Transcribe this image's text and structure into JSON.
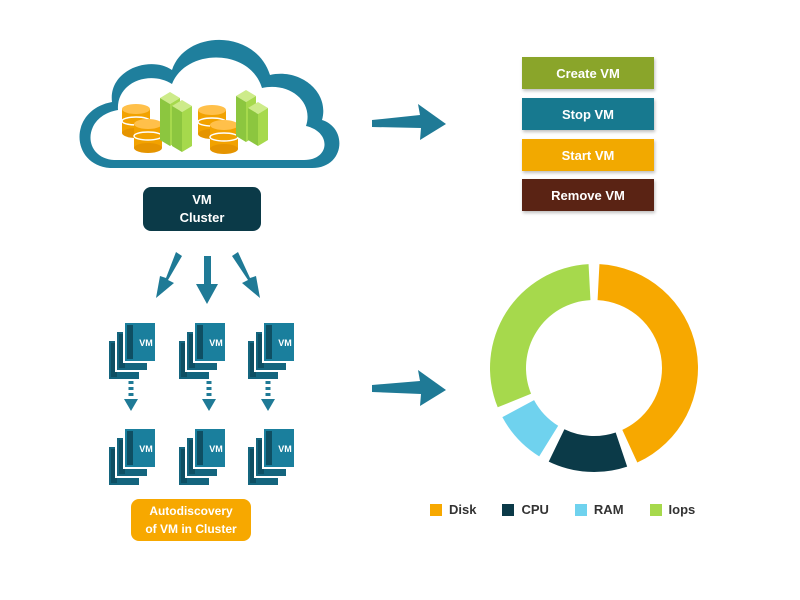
{
  "cluster": {
    "line1": "VM",
    "line2": "Cluster"
  },
  "actions": [
    {
      "label": "Create VM",
      "color": "#8aa52a"
    },
    {
      "label": "Stop VM",
      "color": "#17798f"
    },
    {
      "label": "Start VM",
      "color": "#f2a900"
    },
    {
      "label": "Remove VM",
      "color": "#5a2314"
    }
  ],
  "vm_icon_label": "VM",
  "autodiscovery": {
    "line1": "Autodiscovery",
    "line2": "of VM in Cluster"
  },
  "chart_data": {
    "type": "pie",
    "style": "donut",
    "categories": [
      "Disk",
      "CPU",
      "RAM",
      "Iops"
    ],
    "values": [
      44,
      14,
      10,
      32
    ],
    "colors": [
      "#f7a800",
      "#0b3a48",
      "#6fd2ee",
      "#a6d94c"
    ],
    "legend": [
      "Disk",
      "CPU",
      "RAM",
      "Iops"
    ],
    "legend_position": "bottom"
  },
  "colors": {
    "arrow": "#1f7a96",
    "cloud_border": "#1f7f9d",
    "cylinder": "#f7a800",
    "cube": "#a6d94c",
    "vm_icon": "#1a7f9d"
  }
}
